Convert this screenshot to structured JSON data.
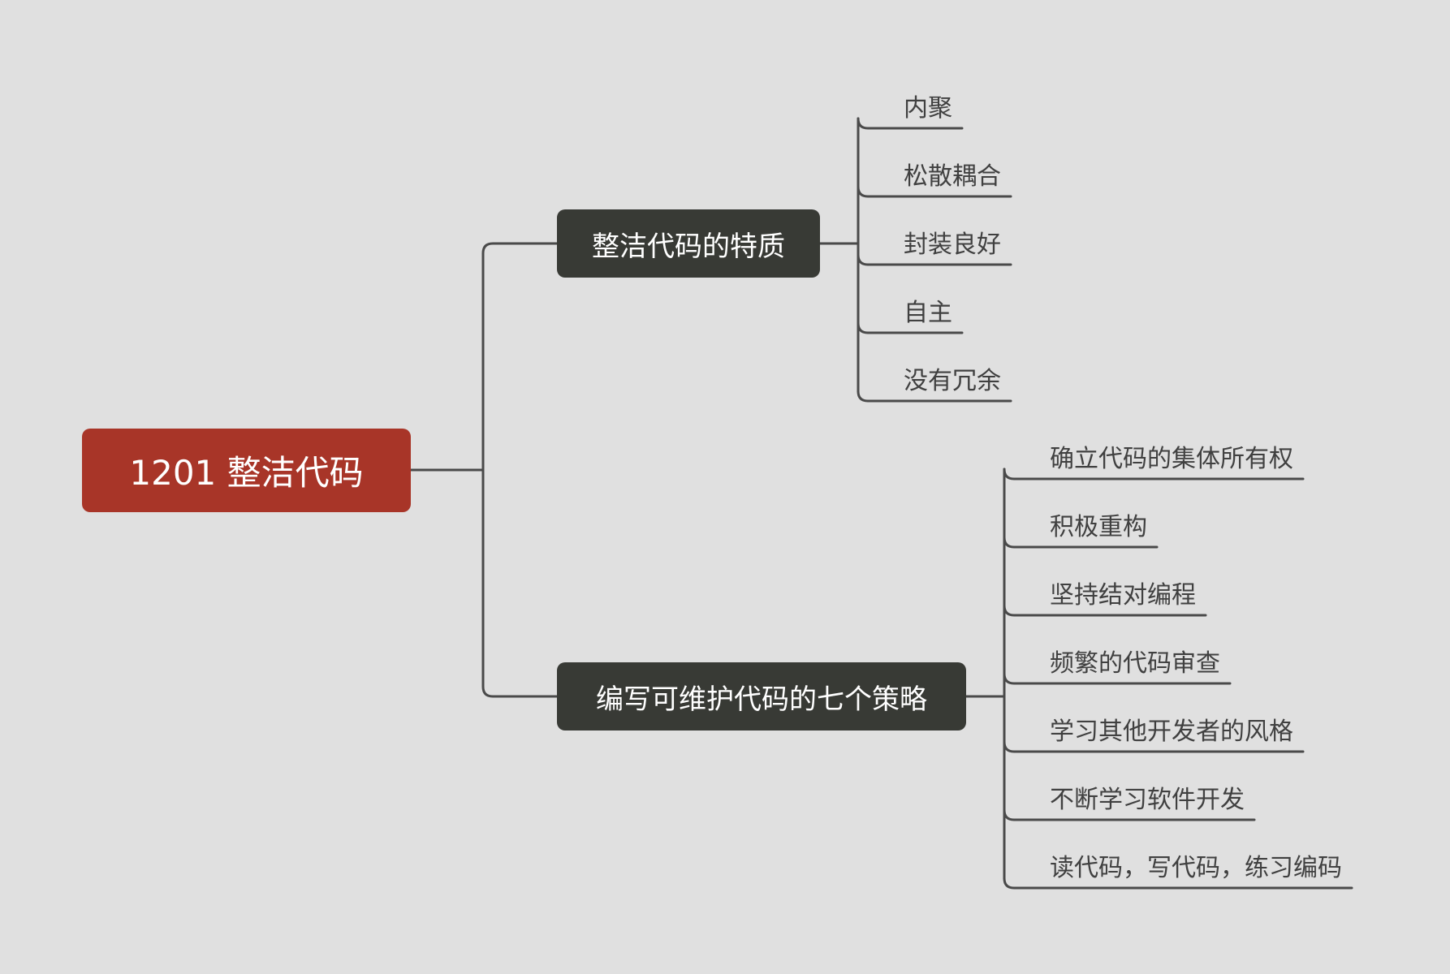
{
  "root": {
    "label": "1201 整洁代码",
    "color": "#a83528"
  },
  "branches": [
    {
      "label": "整洁代码的特质",
      "children": [
        "内聚",
        "松散耦合",
        "封装良好",
        "自主",
        "没有冗余"
      ]
    },
    {
      "label": "编写可维护代码的七个策略",
      "children": [
        "确立代码的集体所有权",
        "积极重构",
        "坚持结对编程",
        "频繁的代码审查",
        "学习其他开发者的风格",
        "不断学习软件开发",
        "读代码，写代码，练习编码"
      ]
    }
  ],
  "colors": {
    "background": "#e0e0e0",
    "branch_fill": "#383a35",
    "line": "#4a4a4a",
    "leaf_text": "#404040"
  }
}
